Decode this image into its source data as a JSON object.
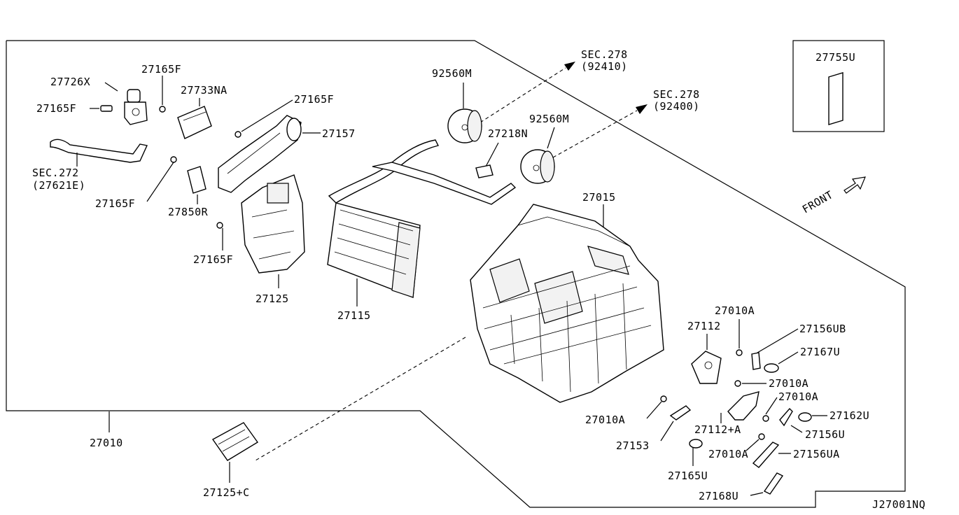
{
  "diagram_id": "J27001NQ",
  "colors": {
    "line": "#000000",
    "background": "#ffffff"
  },
  "kit_box": {
    "label": "27755U"
  },
  "front_label": "FRONT",
  "sec_refs": {
    "sec278_a": {
      "sec": "SEC.278",
      "code": "(92410)"
    },
    "sec278_b": {
      "sec": "SEC.278",
      "code": "(92400)"
    },
    "sec272": {
      "sec": "SEC.272",
      "code": "(27621E)"
    }
  },
  "parts": {
    "p27726x": "27726X",
    "p27165f_top": "27165F",
    "p27165f_left": "27165F",
    "p27733na": "27733NA",
    "p27165f_right": "27165F",
    "p27157": "27157",
    "p27165f_lower": "27165F",
    "p27850r": "27850R",
    "p27165f_bottom": "27165F",
    "p27125": "27125",
    "p27115": "27115",
    "p92560m_a": "92560M",
    "p92560m_b": "92560M",
    "p27218n": "27218N",
    "p27015": "27015",
    "p27010": "27010",
    "p27125c": "27125+C",
    "p27112": "27112",
    "p27010a_1": "27010A",
    "p27156ub": "27156UB",
    "p27167u": "27167U",
    "p27010a_2": "27010A",
    "p27010a_3": "27010A",
    "p27010a_4": "27010A",
    "p27162u": "27162U",
    "p27112a": "27112+A",
    "p27156u": "27156U",
    "p27153": "27153",
    "p27010a_5": "27010A",
    "p27156ua": "27156UA",
    "p27165u": "27165U",
    "p27168u": "27168U"
  }
}
